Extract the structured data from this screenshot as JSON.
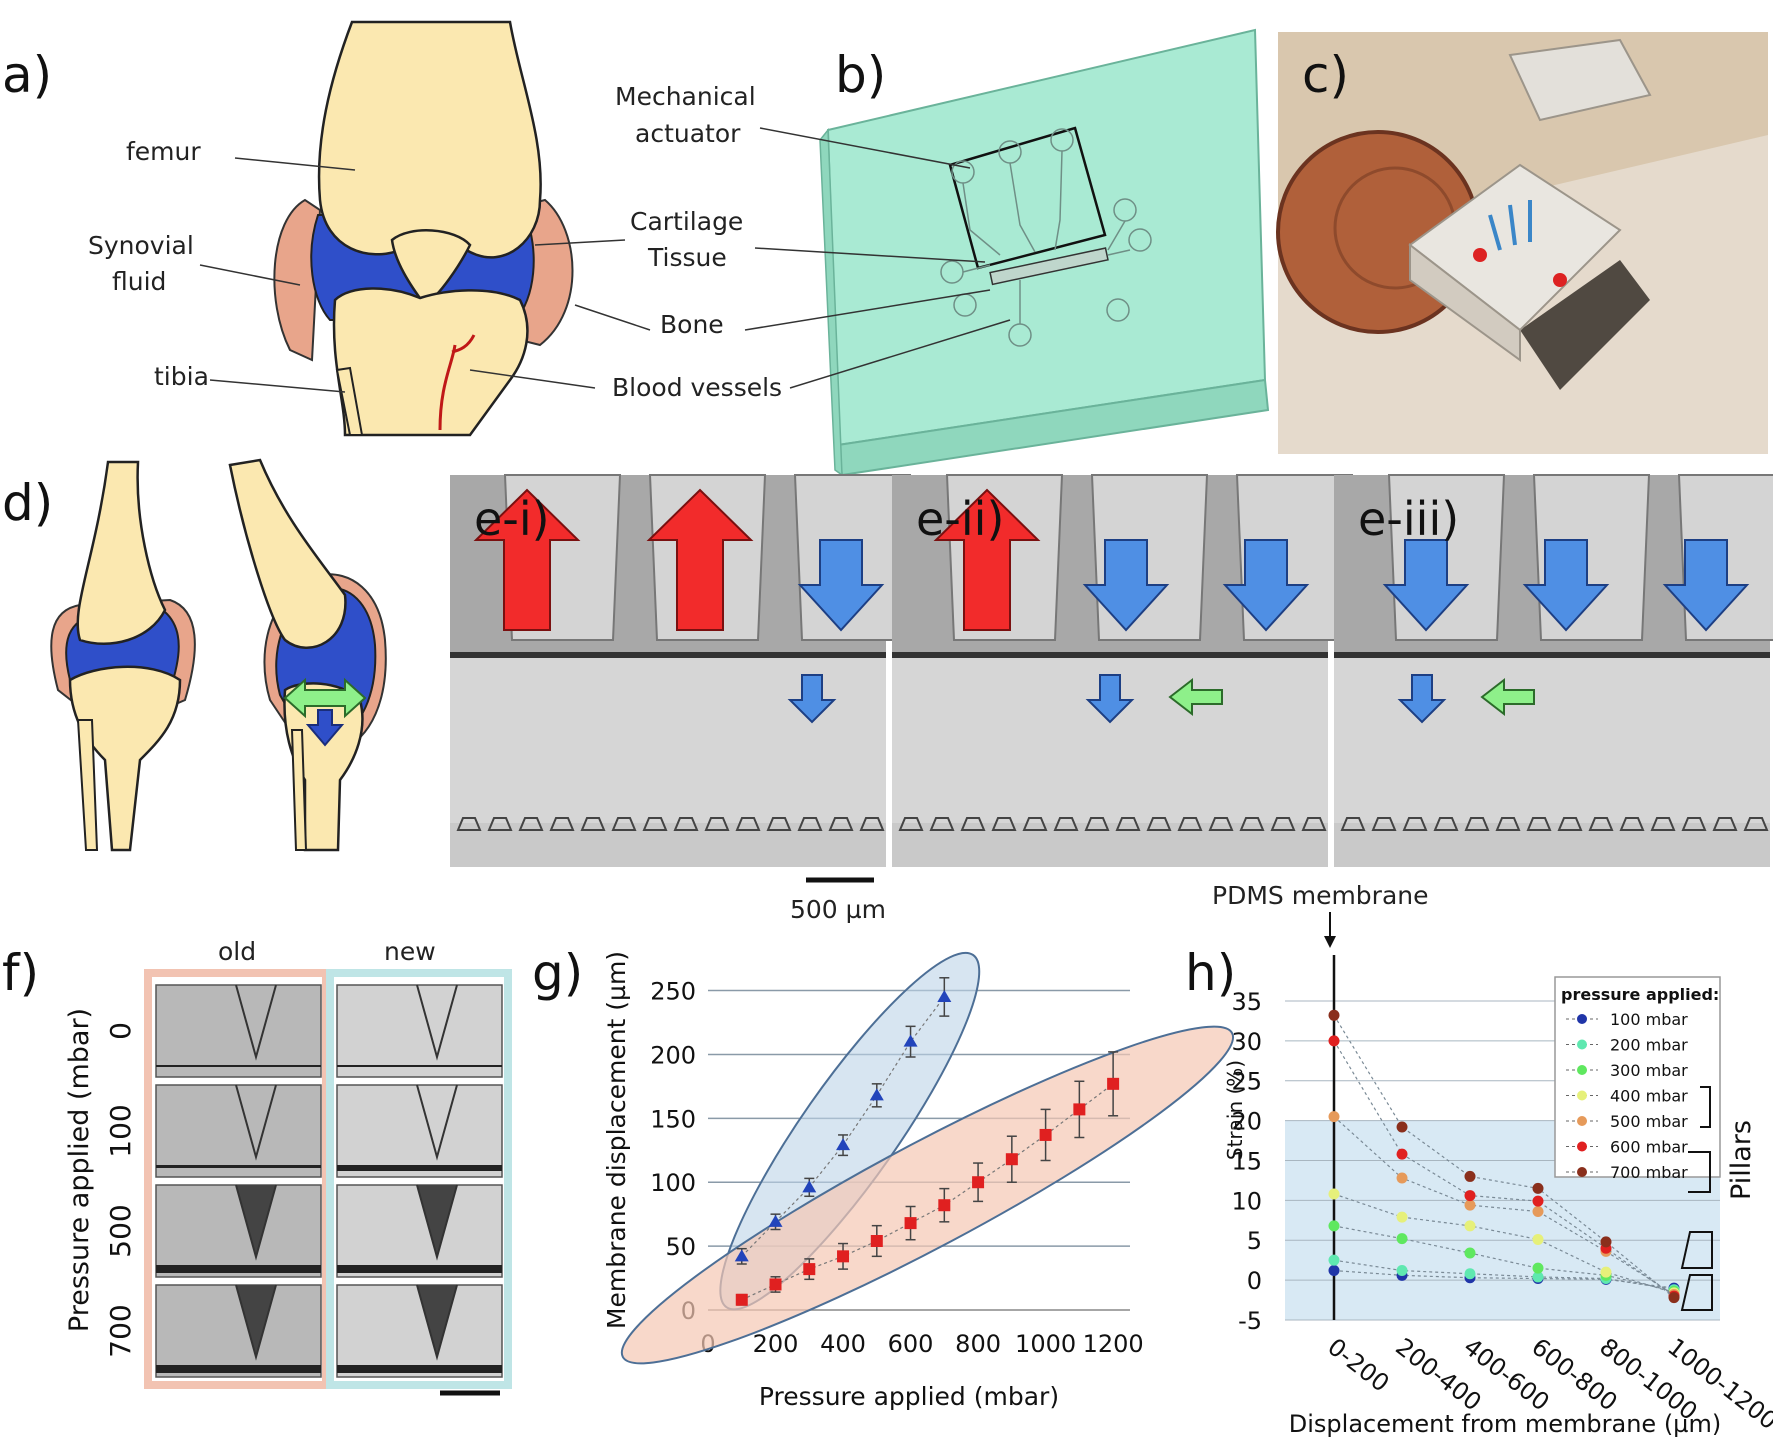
{
  "panels": {
    "a": {
      "letter": "a)",
      "labels": {
        "femur": "femur",
        "synovial1": "Synovial",
        "synovial2": "fluid",
        "tibia": "tibia"
      }
    },
    "b": {
      "letter": "b)",
      "labels": {
        "mech1": "Mechanical",
        "mech2": "actuator",
        "cart1": "Cartilage",
        "cart2": "Tissue",
        "bone": "Bone",
        "vessels": "Blood vessels"
      }
    },
    "c": {
      "letter": "c)"
    },
    "d": {
      "letter": "d)"
    },
    "e": {
      "subpanels": [
        "e-i)",
        "e-ii)",
        "e-iii)"
      ],
      "scalebar": "500 µm",
      "membrane_label": "PDMS membrane"
    },
    "f": {
      "letter": "f)",
      "col_old": "old",
      "col_new": "new",
      "ylabel": "Pressure applied (mbar)",
      "rows": [
        "0",
        "100",
        "500",
        "700"
      ]
    },
    "g": {
      "letter": "g)"
    },
    "h": {
      "letter": "h)",
      "pillars": "Pillars"
    }
  },
  "colors": {
    "bone": "#fbe8b0",
    "synovial": "#2f4fc9",
    "capsule": "#e8a58b",
    "chip": "#a9ead3",
    "arrow_up": "#f22b2b",
    "arrow_down": "#4f8fe4",
    "arrow_side": "#8ef08a"
  },
  "chart_data": [
    {
      "type": "scatter",
      "panel": "g",
      "xlabel": "Pressure applied (mbar)",
      "ylabel": "Membrane displacement (µm)",
      "xlim": [
        0,
        1250
      ],
      "ylim": [
        0,
        270
      ],
      "xticks": [
        "0",
        "200",
        "400",
        "600",
        "800",
        "1000",
        "1200"
      ],
      "yticks": [
        "0",
        "50",
        "100",
        "150",
        "200",
        "250"
      ],
      "grid": "horizontal",
      "series": [
        {
          "color": "#2244bb",
          "marker": "triangle",
          "x": [
            100,
            200,
            300,
            400,
            500,
            600,
            700
          ],
          "y": [
            42,
            69,
            96,
            129,
            168,
            210,
            245
          ],
          "err": [
            6,
            6,
            7,
            8,
            9,
            12,
            15
          ]
        },
        {
          "color": "#e02020",
          "marker": "square",
          "x": [
            100,
            200,
            300,
            400,
            500,
            600,
            700,
            800,
            900,
            1000,
            1100,
            1200
          ],
          "y": [
            8,
            20,
            32,
            42,
            54,
            68,
            82,
            100,
            118,
            137,
            157,
            177
          ],
          "err": [
            4,
            6,
            8,
            10,
            12,
            13,
            13,
            15,
            18,
            20,
            22,
            25
          ]
        }
      ]
    },
    {
      "type": "scatter",
      "panel": "h",
      "xlabel": "Displacement from membrane (µm)",
      "ylabel": "Strain (%)",
      "ylim": [
        -5,
        37
      ],
      "categories": [
        "0-200",
        "200-400",
        "400-600",
        "600-800",
        "800-1000",
        "1000-1200"
      ],
      "yticks": [
        "-5",
        "0",
        "5",
        "10",
        "15",
        "20",
        "25",
        "30",
        "35"
      ],
      "shaded_band": [
        -5,
        20
      ],
      "legend_title": "pressure applied:",
      "legend_position": "top-right",
      "series": [
        {
          "name": "100 mbar",
          "color": "#2035a8",
          "values": [
            1.2,
            0.6,
            0.3,
            0.2,
            0.1,
            -1.0
          ]
        },
        {
          "name": "200 mbar",
          "color": "#5fe8b0",
          "values": [
            2.5,
            1.2,
            0.8,
            0.4,
            0.2,
            -1.2
          ]
        },
        {
          "name": "300 mbar",
          "color": "#5fe85f",
          "values": [
            6.8,
            5.2,
            3.4,
            1.5,
            0.6,
            -1.4
          ]
        },
        {
          "name": "400 mbar",
          "color": "#e6f07a",
          "values": [
            10.8,
            7.9,
            6.8,
            5.1,
            1.0,
            -1.6
          ]
        },
        {
          "name": "500 mbar",
          "color": "#e69a5a",
          "values": [
            20.5,
            12.8,
            9.4,
            8.6,
            3.6,
            -1.8
          ]
        },
        {
          "name": "600 mbar",
          "color": "#e02020",
          "values": [
            30.0,
            15.8,
            10.6,
            9.9,
            4.0,
            -2.0
          ]
        },
        {
          "name": "700 mbar",
          "color": "#8a2f1c",
          "values": [
            33.2,
            19.2,
            13.0,
            11.5,
            4.8,
            -2.2
          ]
        }
      ]
    }
  ]
}
